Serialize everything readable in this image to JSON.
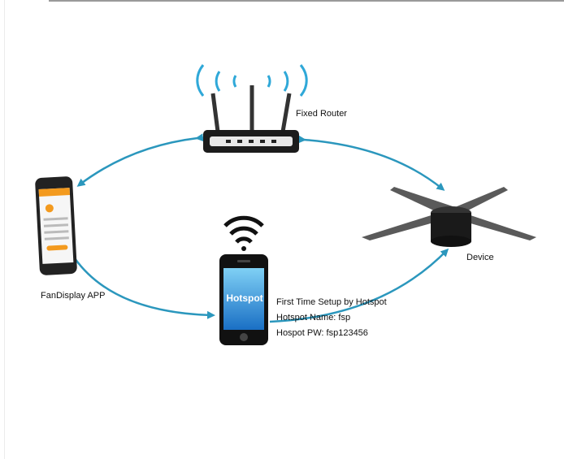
{
  "labels": {
    "router": "Fixed Router",
    "app": "FanDisplay APP",
    "device": "Device",
    "hotspot_screen": "Hotspot",
    "setup_lines": [
      "First Time Setup by Hotspot",
      "Hotspot Name: fsp",
      "Hospot PW: fsp123456"
    ]
  },
  "colors": {
    "arrow": "#2b97bd",
    "wave": "#2fa8d8",
    "hotspot_screen": "#2a8fd6",
    "app_accent": "#f39a1e"
  }
}
